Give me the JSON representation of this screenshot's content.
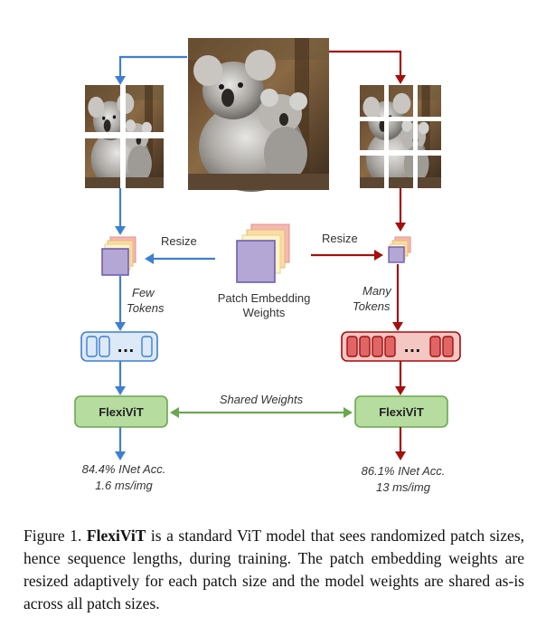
{
  "figure": {
    "left_branch": {
      "resize_label": "Resize",
      "tokens_label_line1": "Few",
      "tokens_label_line2": "Tokens",
      "sequence_ellipsis": "…",
      "result_line1": "84.4% INet Acc.",
      "result_line2": "1.6 ms/img"
    },
    "right_branch": {
      "resize_label": "Resize",
      "tokens_label_line1": "Many",
      "tokens_label_line2": "Tokens",
      "sequence_ellipsis": "…",
      "result_line1": "86.1% INet Acc.",
      "result_line2": "13 ms/img"
    },
    "center": {
      "weights_label_line1": "Patch Embedding",
      "weights_label_line2": "Weights",
      "shared_weights_label": "Shared Weights"
    },
    "model_name": "FlexiViT",
    "photo_description": "koala photograph",
    "colors": {
      "blue": "#3f7fd0",
      "red": "#a40f0f",
      "green": "#6aa84f",
      "model_fill": "#b6dca0",
      "blue_token_fill": "#dde9f7",
      "red_token_fill": "#e06666"
    }
  },
  "caption": {
    "prefix": "Figure 1.",
    "title": "FlexiViT",
    "body": "is a standard ViT model that sees randomized patch sizes, hence sequence lengths, during training. The patch embedding weights are resized adaptively for each patch size and the model weights are shared as-is across all patch sizes."
  }
}
